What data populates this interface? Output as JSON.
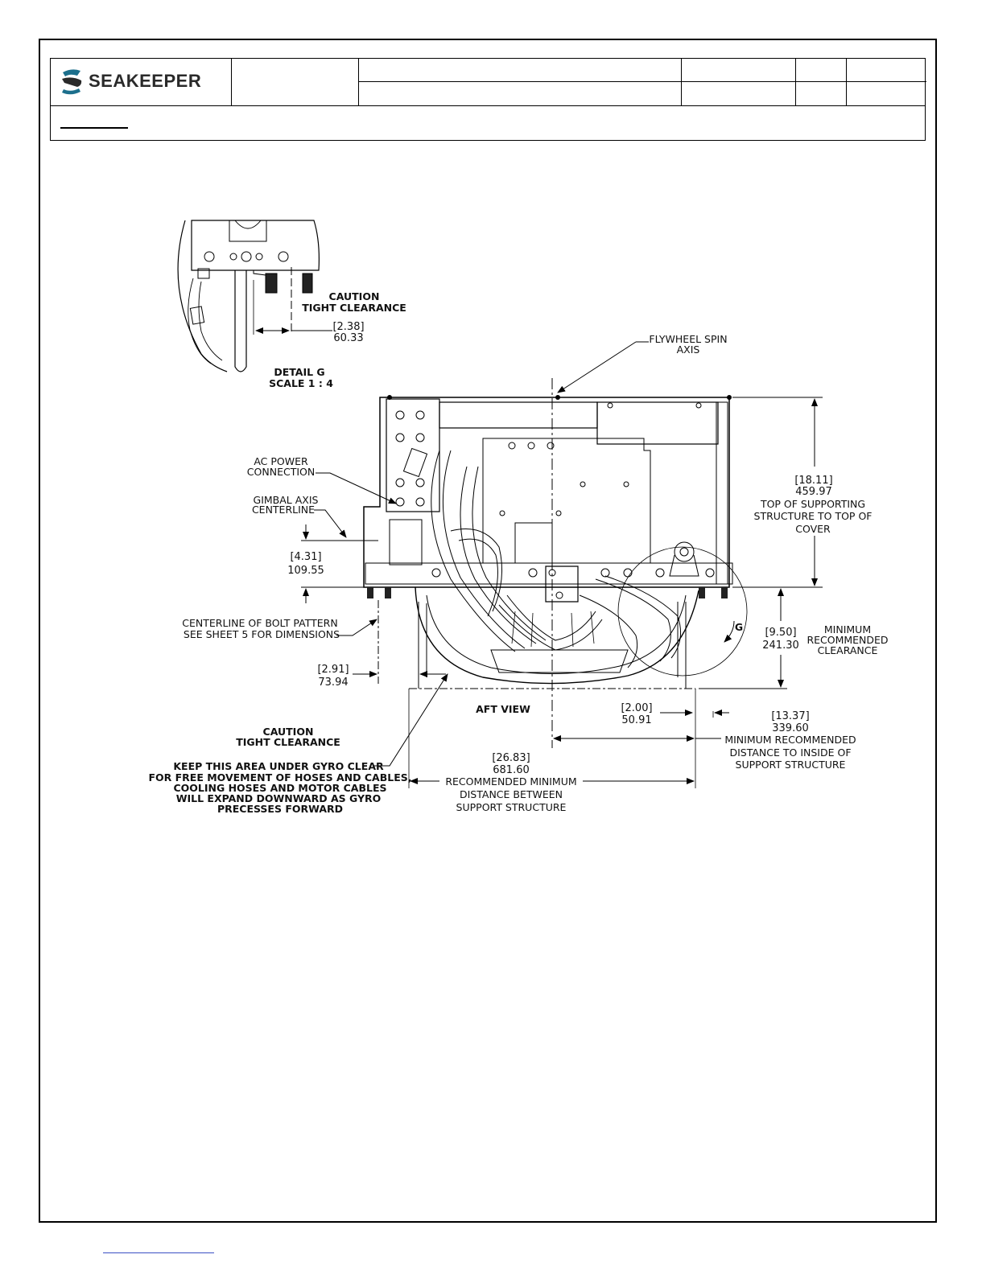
{
  "brand": {
    "name": "SEAKEEPER"
  },
  "detail": {
    "title": "DETAIL G",
    "scale": "SCALE 1 : 4",
    "caution_title": "CAUTION",
    "caution_text": "TIGHT CLEARANCE",
    "dim_in": "[2.38]",
    "dim_mm": "60.33"
  },
  "aft_view": {
    "view_title": "AFT VIEW",
    "flywheel_axis": [
      "FLYWHEEL SPIN",
      "AXIS"
    ],
    "ac_power": [
      "AC POWER",
      "CONNECTION"
    ],
    "gimbal_axis": [
      "GIMBAL AXIS",
      "CENTERLINE"
    ],
    "bolt_pattern": [
      "CENTERLINE OF BOLT PATTERN",
      "SEE SHEET 5 FOR DIMENSIONS"
    ],
    "detail_callout": "G",
    "caution_title": "CAUTION",
    "caution_text": "TIGHT CLEARANCE",
    "keep_clear": [
      "KEEP THIS AREA UNDER GYRO CLEAR",
      "FOR FREE MOVEMENT OF HOSES AND CABLES,",
      "COOLING HOSES AND MOTOR CABLES",
      "WILL EXPAND DOWNWARD AS GYRO",
      "PRECESSES FORWARD"
    ]
  },
  "dimensions": {
    "top_cover": {
      "in": "[18.11]",
      "mm": "459.97",
      "desc": [
        "TOP OF SUPPORTING",
        "STRUCTURE TO TOP OF",
        "COVER"
      ]
    },
    "gimbal_height": {
      "in": "[4.31]",
      "mm": "109.55"
    },
    "min_clearance": {
      "in": "[9.50]",
      "mm": "241.30",
      "desc": [
        "MINIMUM",
        "RECOMMENDED",
        "CLEARANCE"
      ]
    },
    "bolt_offset": {
      "in": "[2.91]",
      "mm": "73.94"
    },
    "side_offset": {
      "in": "[2.00]",
      "mm": "50.91"
    },
    "inside_distance": {
      "in": "[13.37]",
      "mm": "339.60",
      "desc": [
        "MINIMUM RECOMMENDED",
        "DISTANCE TO INSIDE OF",
        "SUPPORT STRUCTURE"
      ]
    },
    "support_distance": {
      "in": "[26.83]",
      "mm": "681.60",
      "desc": [
        "RECOMMENDED MINIMUM",
        "DISTANCE BETWEEN",
        "SUPPORT STRUCTURE"
      ]
    }
  }
}
